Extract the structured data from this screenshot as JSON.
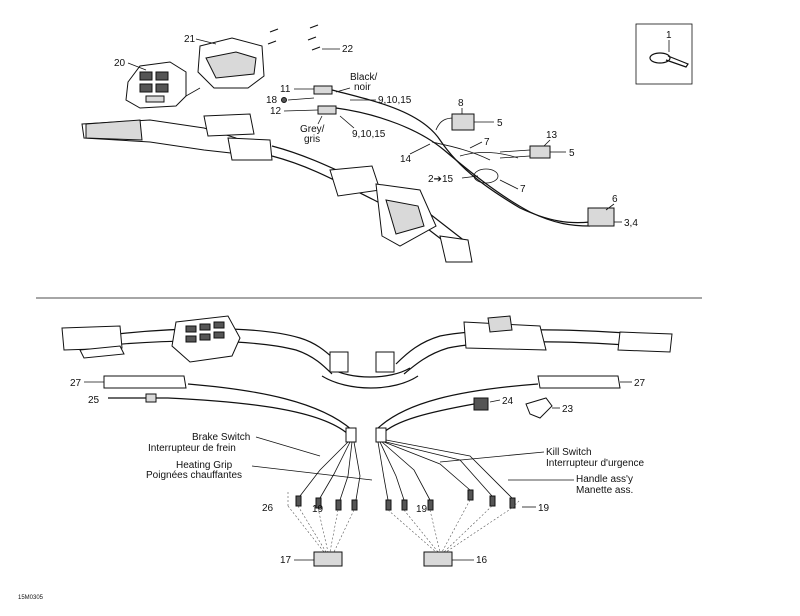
{
  "callouts": {
    "c1": "1",
    "c20": "20",
    "c21": "21",
    "c22": "22",
    "c11": "11",
    "c18": "18",
    "c12": "12",
    "black_en": "Black/",
    "black_fr": "noir",
    "c9_10_15_a": "9,10,15",
    "c9_10_15_b": "9,10,15",
    "grey_en": "Grey/",
    "grey_fr": "gris",
    "c8": "8",
    "c5_a": "5",
    "c13": "13",
    "c5_b": "5",
    "c7_a": "7",
    "c7_b": "7",
    "c14": "14",
    "c2_15": "2➔15",
    "c6": "6",
    "c3_4": "3,4",
    "c27_left": "27",
    "c27_right": "27",
    "c25": "25",
    "c24": "24",
    "c23": "23",
    "brake_en": "Brake Switch",
    "brake_fr": "Interrupteur de frein",
    "kill_en": "Kill Switch",
    "kill_fr": "Interrupteur d'urgence",
    "heat_en": "Heating Grip",
    "heat_fr": "Poignées chauffantes",
    "handle_en": "Handle ass'y",
    "handle_fr": "Manette ass.",
    "c26": "26",
    "c19_a": "19",
    "c19_b": "19",
    "c19_c": "19",
    "c17": "17",
    "c16": "16",
    "drawing_code": "15M0305"
  }
}
